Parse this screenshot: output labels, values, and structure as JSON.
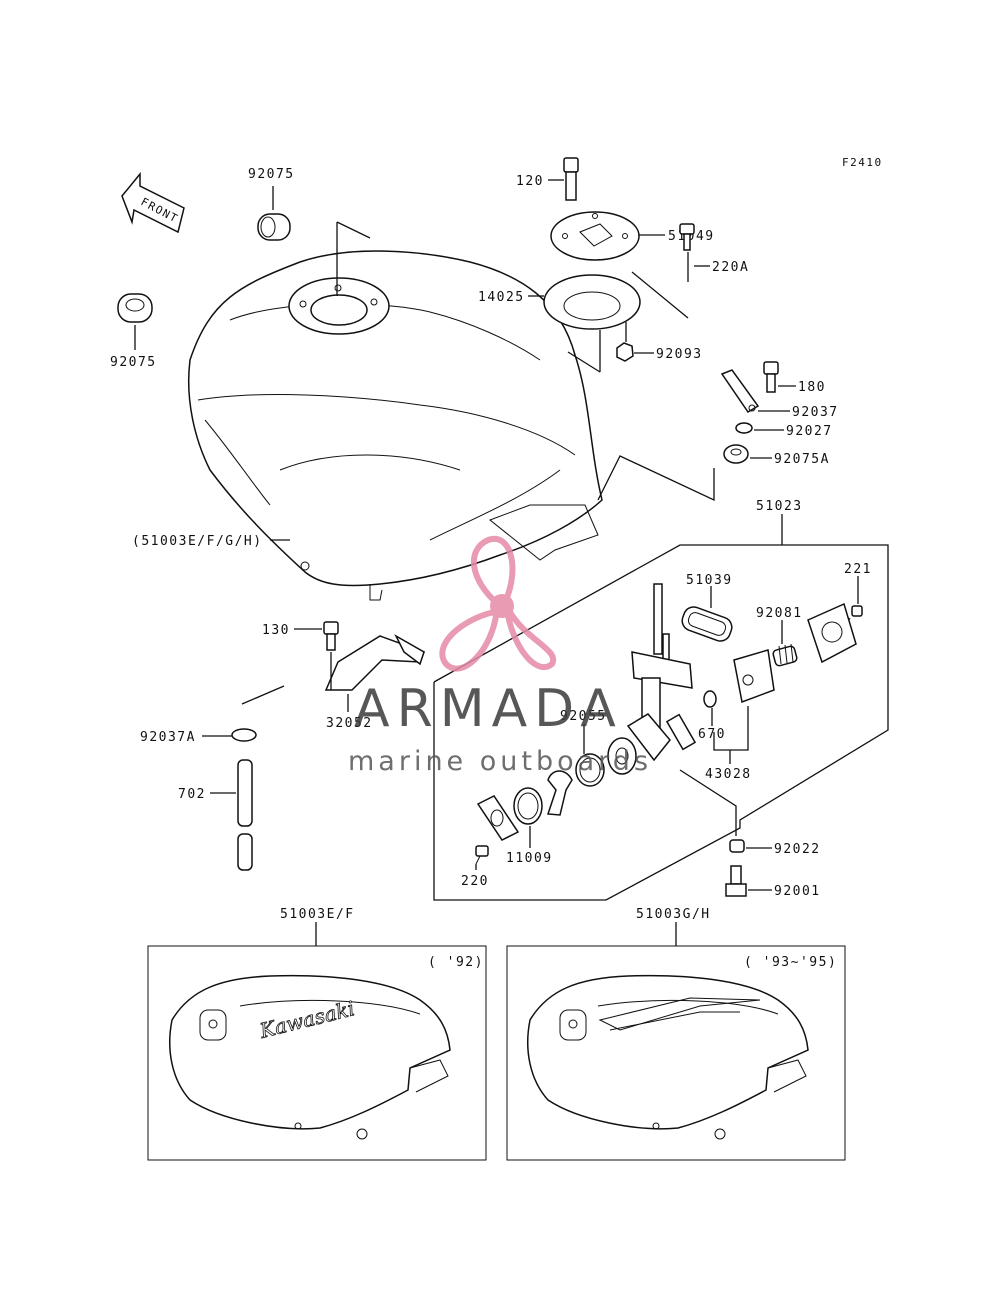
{
  "figure_code": "F2410",
  "front_arrow_text": "FRONT",
  "watermark": {
    "title": "ARMADA",
    "subtitle": "marine outboards",
    "accent_color": "#e48aa6"
  },
  "callouts": {
    "p92075_top": "92075",
    "p92075_left": "92075",
    "p120": "120",
    "p51049": "51049",
    "p220A": "220A",
    "p14025": "14025",
    "p92093": "92093",
    "p180": "180",
    "p92037": "92037",
    "p92027": "92027",
    "p92075A": "92075A",
    "p51003_group": "(51003E/F/G/H)",
    "p51023": "51023",
    "p221": "221",
    "p51039": "51039",
    "p92081": "92081",
    "p130": "130",
    "p32052": "32052",
    "p92037A": "92037A",
    "p92055": "92055",
    "p670": "670",
    "p43028": "43028",
    "p702": "702",
    "p92022": "92022",
    "p11009": "11009",
    "p220": "220",
    "p92001": "92001",
    "p51003EF": "51003E/F",
    "p51003GH": "51003G/H"
  },
  "variants": [
    {
      "year": "( '92)",
      "tank_logo": "Kawasaki"
    },
    {
      "year": "( '93~'95)"
    }
  ]
}
